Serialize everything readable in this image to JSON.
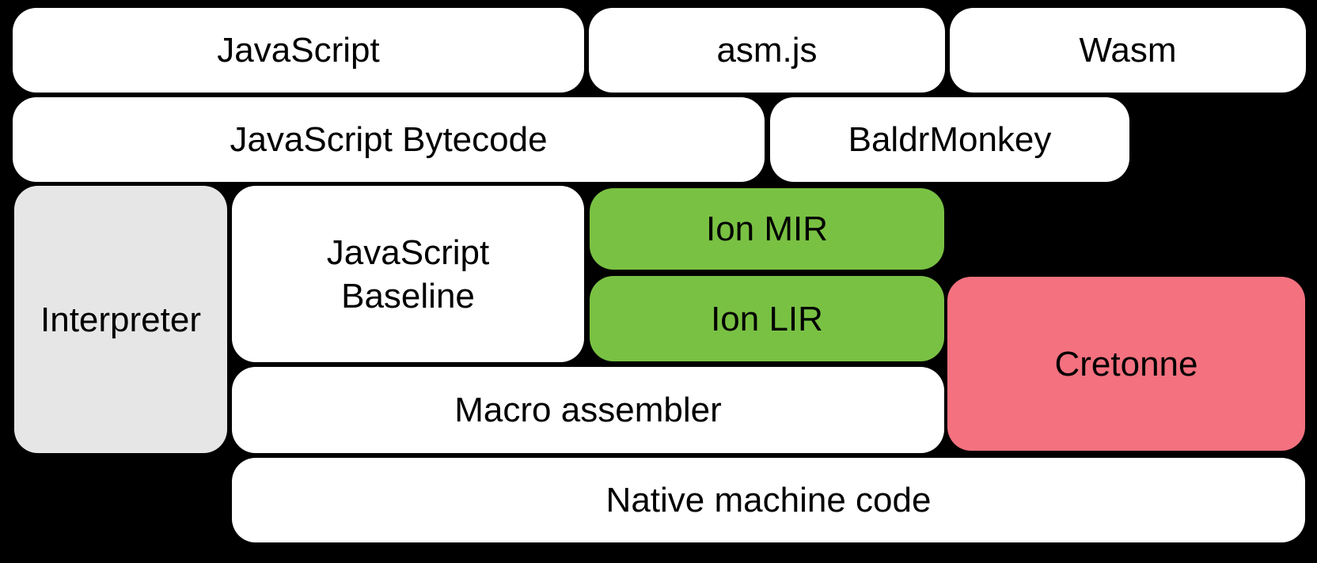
{
  "colors": {
    "background": "#000000",
    "box_default": "#ffffff",
    "box_interpreter": "#e6e6e6",
    "box_ion": "#79c143",
    "box_cretonne": "#f4717f",
    "text": "#000000"
  },
  "diagram": {
    "nodes": [
      {
        "id": "javascript",
        "label": "JavaScript"
      },
      {
        "id": "asmjs",
        "label": "asm.js"
      },
      {
        "id": "wasm",
        "label": "Wasm"
      },
      {
        "id": "javascript-bytecode",
        "label": "JavaScript Bytecode"
      },
      {
        "id": "baldrmonkey",
        "label": "BaldrMonkey"
      },
      {
        "id": "interpreter",
        "label": "Interpreter"
      },
      {
        "id": "javascript-baseline",
        "label": "JavaScript Baseline"
      },
      {
        "id": "ion-mir",
        "label": "Ion MIR"
      },
      {
        "id": "ion-lir",
        "label": "Ion LIR"
      },
      {
        "id": "cretonne",
        "label": "Cretonne"
      },
      {
        "id": "macro-assembler",
        "label": "Macro assembler"
      },
      {
        "id": "native-machine-code",
        "label": "Native machine code"
      }
    ]
  }
}
